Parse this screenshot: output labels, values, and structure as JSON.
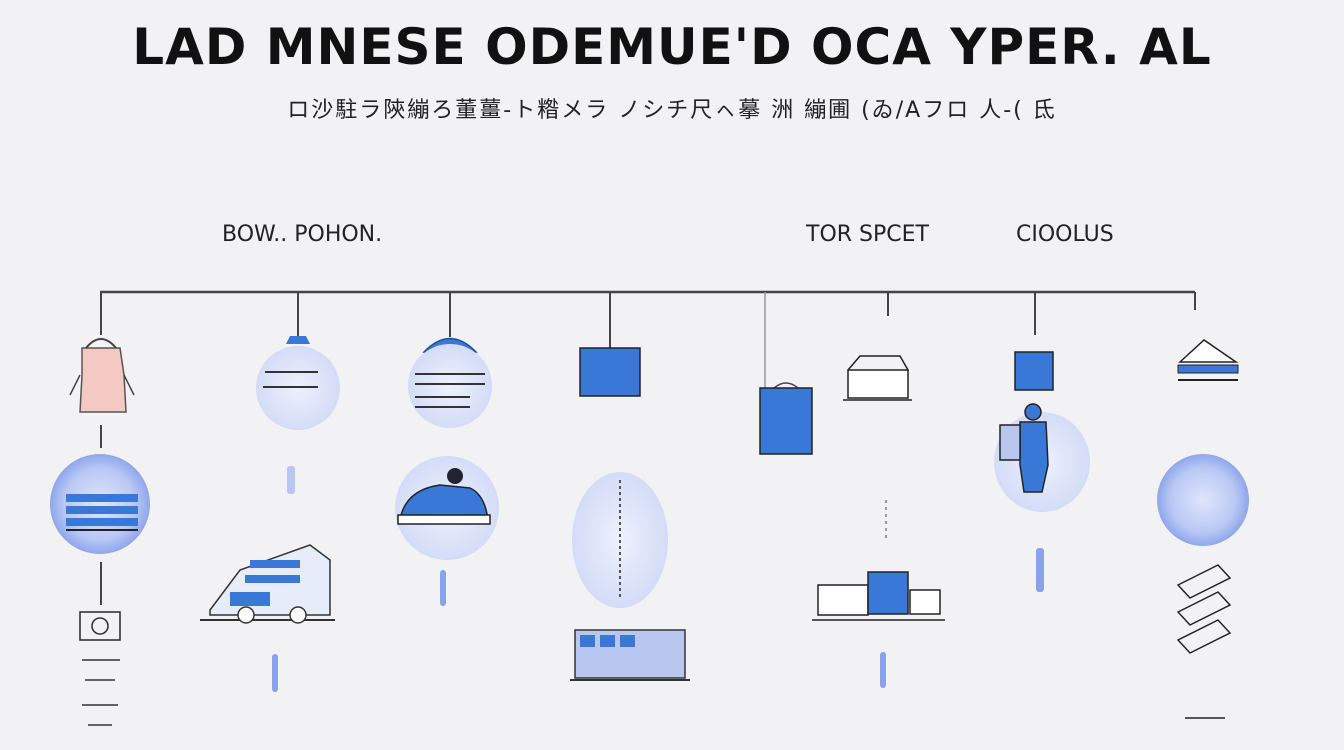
{
  "title": "LAD MNESE ODEMUE'D OCA YPER. AL",
  "subtitle": "ロ沙駐ラ陝繃ろ董薑-ト糌メラ ノシチ尺ㇸ摹 洲 繃圃 (ゐ/Aフロ 人-( 氐",
  "labels": {
    "left": "BOW.. POHON.",
    "mid": "TOR SPCET",
    "right": "CIOOLUS"
  },
  "colors": {
    "accent_blue": "#3a78d8",
    "light_blue": "#a9bdf0",
    "line": "#444444",
    "pink": "#f5c9c3"
  },
  "icons": [
    "apron-icon",
    "stack-icon",
    "book-icon",
    "laptop-icon",
    "box-icon",
    "car-icon",
    "bag-icon",
    "shopping-bag-icon",
    "printer-icon",
    "factory-icon",
    "person-icon",
    "hat-icon",
    "truck-icon"
  ]
}
